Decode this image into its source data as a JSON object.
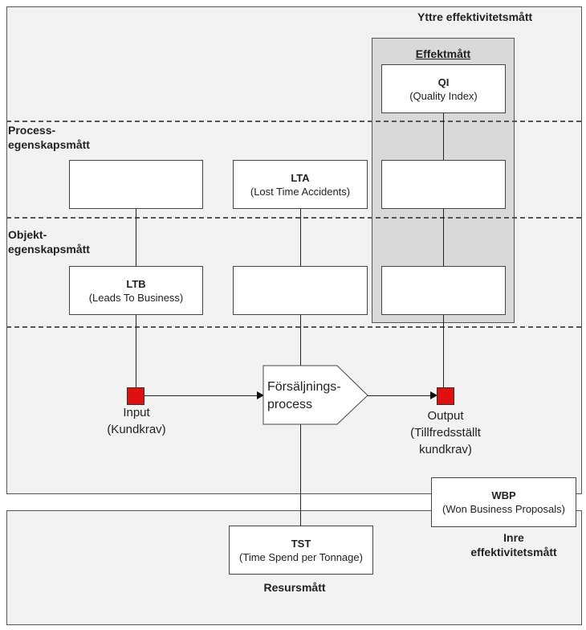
{
  "regions": {
    "outer_title": "Yttre effektivitetsmått",
    "inner_title_line1": "Inre",
    "inner_title_line2": "effektivitetsmått",
    "resource_title": "Resursmått",
    "effect_title": "Effektmått"
  },
  "rows": {
    "process_line1": "Process-",
    "process_line2": "egenskapsmått",
    "object_line1": "Objekt-",
    "object_line2": "egenskapsmått"
  },
  "boxes": {
    "qi": {
      "abbr": "QI",
      "name": "(Quality Index)"
    },
    "lta": {
      "abbr": "LTA",
      "name": "(Lost Time Accidents)"
    },
    "ltb": {
      "abbr": "LTB",
      "name": "(Leads To Business)"
    },
    "wbp": {
      "abbr": "WBP",
      "name": "(Won Business Proposals)"
    },
    "tst": {
      "abbr": "TST",
      "name": "(Time Spend per Tonnage)"
    }
  },
  "process": {
    "line1": "Försäljnings-",
    "line2": "process"
  },
  "input": {
    "line1": "Input",
    "line2": "(Kundkrav)"
  },
  "output": {
    "line1": "Output",
    "line2": "(Tillfredsställt",
    "line3": "kundkrav)"
  },
  "colors": {
    "marker": "#e01010",
    "region": "#f2f2f2",
    "panel": "#d9d9d9"
  }
}
